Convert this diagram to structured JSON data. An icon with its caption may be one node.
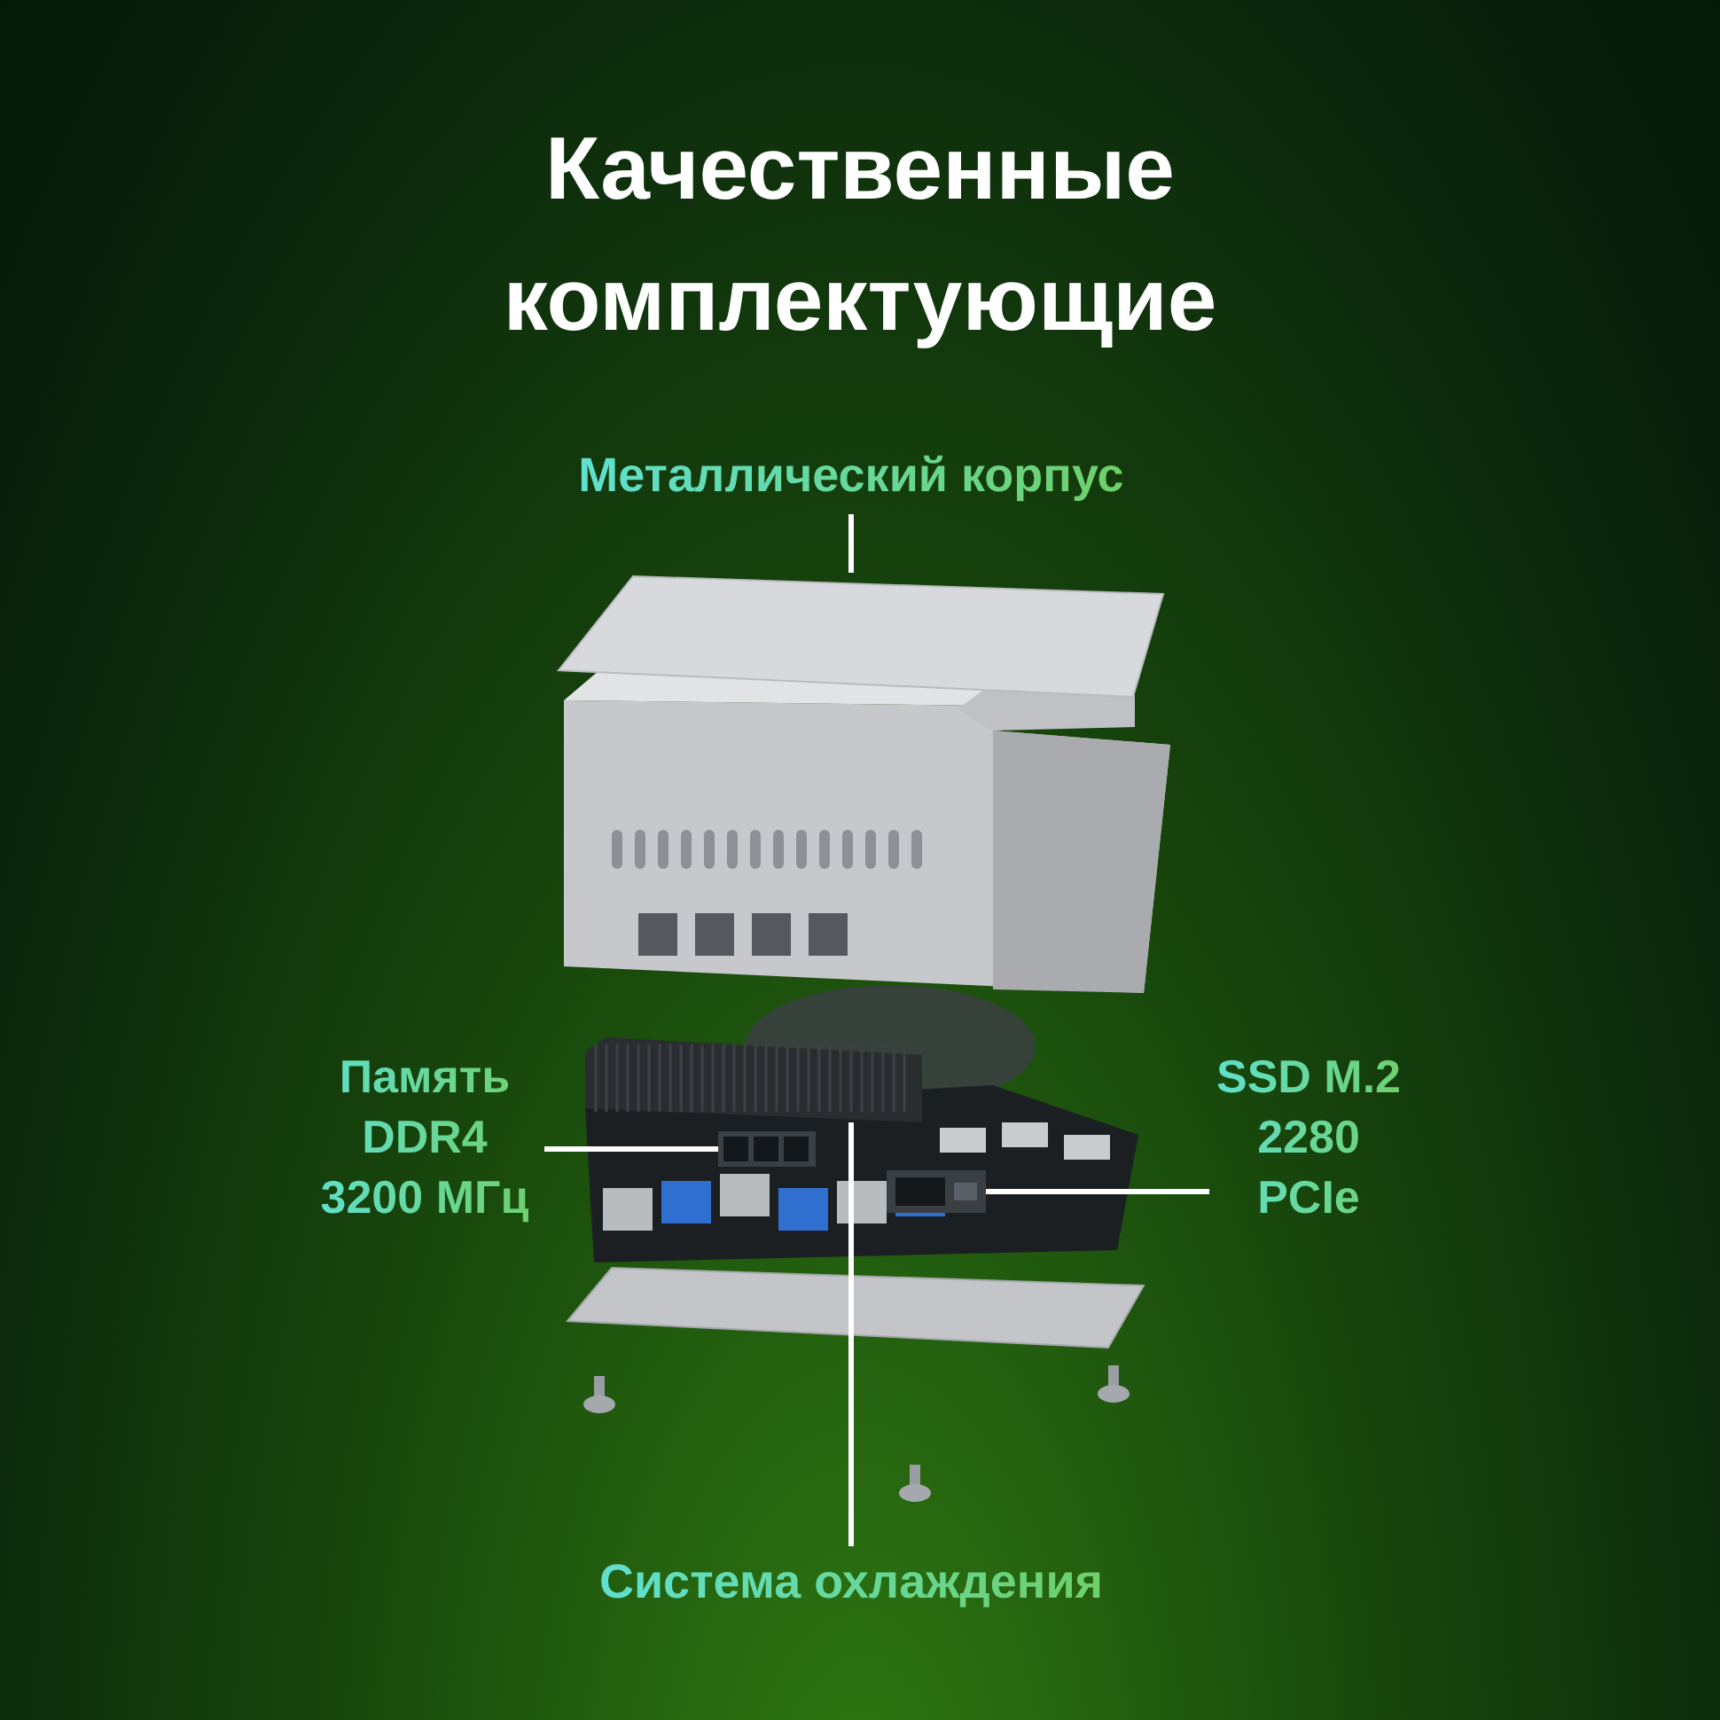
{
  "diagram": {
    "title": "Качественные комплектующие",
    "nodes": [
      {
        "text": [
          "Металлический корпус"
        ]
      },
      {
        "text": [],
        "shape": "picture"
      },
      {
        "text": [
          "Память DDR4 3200 МГц"
        ]
      },
      {
        "text": [],
        "shape": "picture"
      },
      {
        "text": [
          "SSD M.2 2280 PCIe"
        ]
      },
      {
        "text": [],
        "shape": "picture"
      },
      {
        "text": [
          "Система охлаждения"
        ]
      },
      {
        "text": [],
        "shape": "picture"
      }
    ],
    "edges": [
      {
        "from": 0,
        "to": 1,
        "arrow": "none"
      },
      {
        "from": 2,
        "to": 3,
        "arrow": "none"
      },
      {
        "from": 4,
        "to": 5,
        "arrow": "none"
      },
      {
        "from": 6,
        "to": 7,
        "arrow": "none"
      }
    ]
  }
}
